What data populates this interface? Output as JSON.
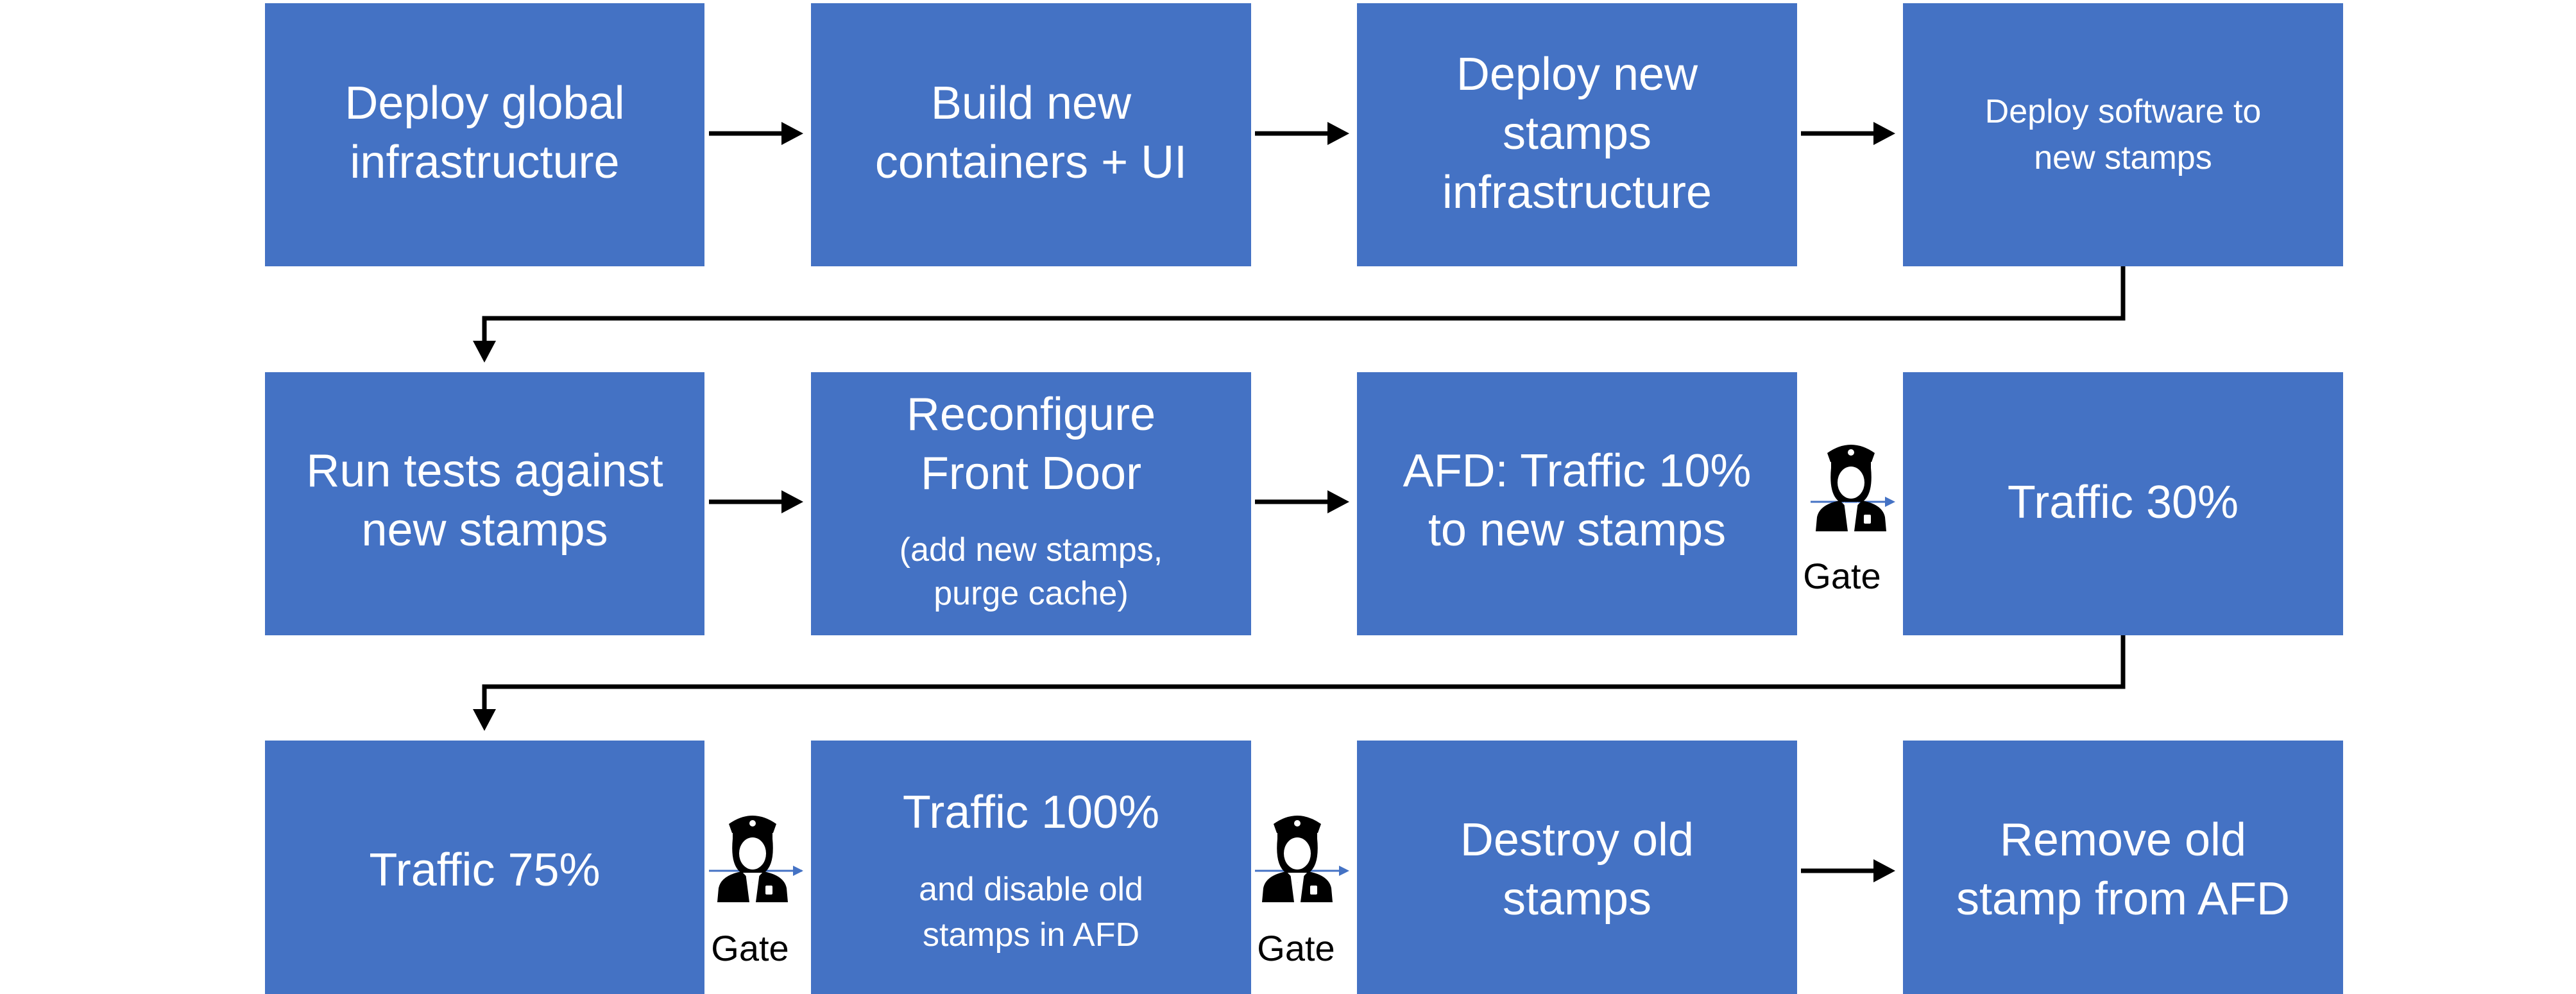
{
  "steps": [
    {
      "lines": [
        "Deploy global",
        "infrastructure"
      ]
    },
    {
      "lines": [
        "Build new",
        "containers + UI"
      ]
    },
    {
      "lines": [
        "Deploy new",
        "stamps",
        "infrastructure"
      ]
    },
    {
      "lines": [
        "Deploy software to",
        "new stamps"
      ]
    },
    {
      "lines": [
        "Run tests against",
        "new stamps"
      ]
    },
    {
      "lines": [
        "Reconfigure",
        "Front Door"
      ],
      "sub": [
        "(add new stamps,",
        "purge cache)"
      ]
    },
    {
      "lines": [
        "AFD: Traffic 10%",
        "to new stamps"
      ]
    },
    {
      "lines": [
        "Traffic 30%"
      ]
    },
    {
      "lines": [
        "Traffic 75%"
      ]
    },
    {
      "lines": [
        "Traffic 100%"
      ],
      "sub": [
        "and disable old",
        "stamps in AFD"
      ]
    },
    {
      "lines": [
        "Destroy old",
        "stamps"
      ]
    },
    {
      "lines": [
        "Remove old",
        "stamp from AFD"
      ]
    }
  ],
  "gates": [
    {
      "label": "Gate",
      "icon": "police-officer-icon"
    },
    {
      "label": "Gate",
      "icon": "police-officer-icon"
    },
    {
      "label": "Gate",
      "icon": "police-officer-icon"
    }
  ],
  "colors": {
    "box": "#4472C4",
    "text": "#FFFFFF",
    "connector": "#000000"
  }
}
